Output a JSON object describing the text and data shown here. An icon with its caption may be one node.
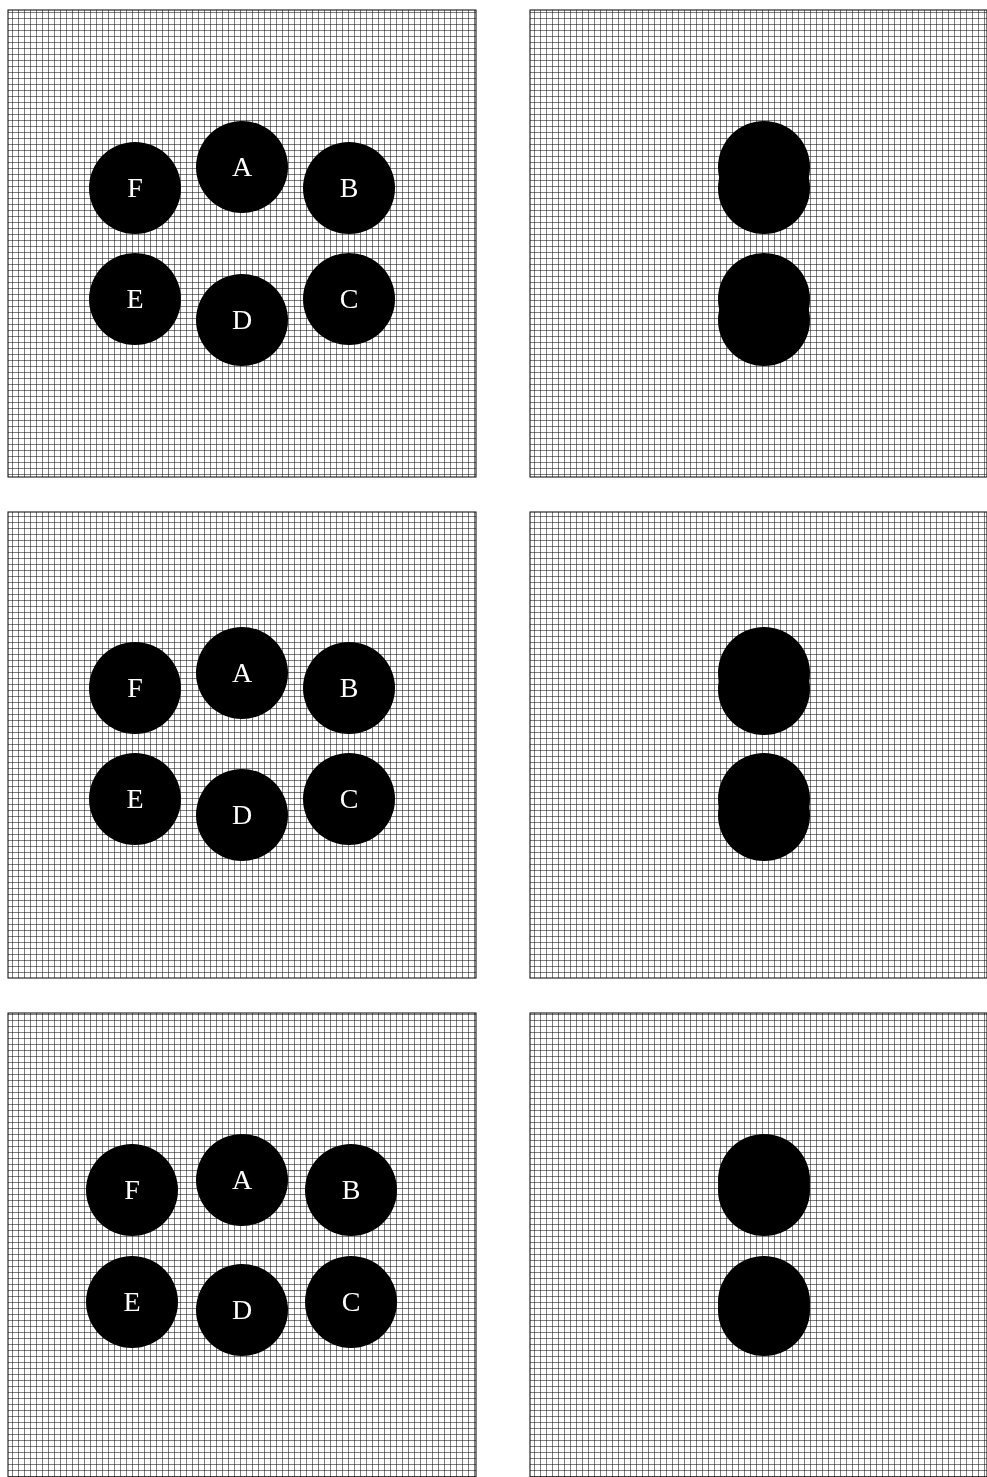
{
  "diagram": {
    "nodes": [
      {
        "text": [
          "F"
        ]
      },
      {
        "text": [
          "A"
        ]
      },
      {
        "text": [
          "B"
        ]
      },
      {
        "text": [
          "E"
        ]
      },
      {
        "text": [
          "D"
        ]
      },
      {
        "text": [
          "C"
        ]
      },
      {
        "text": [],
        "shape": "circle"
      },
      {
        "text": [],
        "shape": "circle"
      },
      {
        "text": [
          "F"
        ]
      },
      {
        "text": [
          "A"
        ]
      },
      {
        "text": [
          "B"
        ]
      },
      {
        "text": [
          "E"
        ]
      },
      {
        "text": [
          "D"
        ]
      },
      {
        "text": [
          "C"
        ]
      },
      {
        "text": [],
        "shape": "circle"
      },
      {
        "text": [],
        "shape": "circle"
      },
      {
        "text": [
          "F"
        ]
      },
      {
        "text": [
          "A"
        ]
      },
      {
        "text": [
          "B"
        ]
      },
      {
        "text": [
          "E"
        ]
      },
      {
        "text": [
          "D"
        ]
      },
      {
        "text": [
          "C"
        ]
      },
      {
        "text": [],
        "shape": "circle"
      },
      {
        "text": [],
        "shape": "circle"
      }
    ]
  }
}
